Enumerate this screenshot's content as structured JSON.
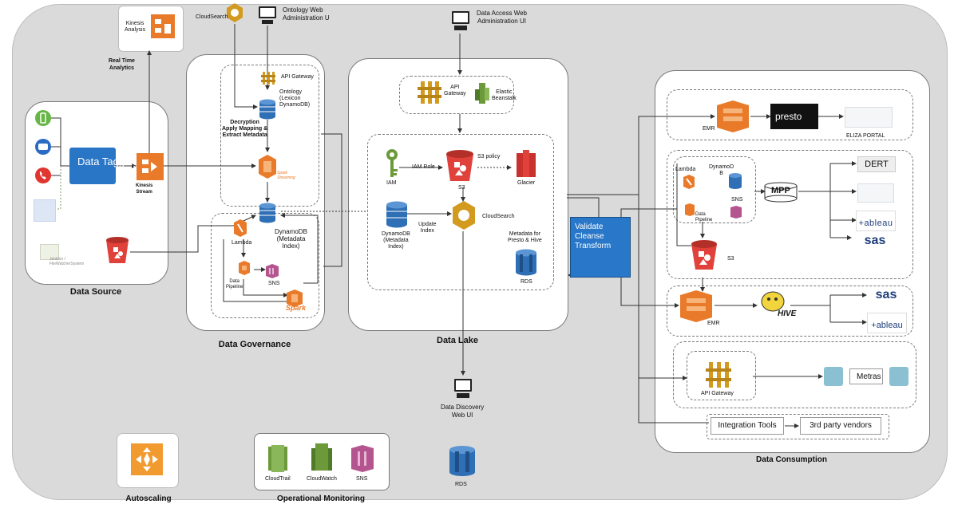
{
  "sections": {
    "data_source": "Data Source",
    "data_governance": "Data Governance",
    "data_lake": "Data Lake",
    "data_consumption": "Data Consumption",
    "autoscaling": "Autoscaling",
    "operational_monitoring": "Operational Monitoring"
  },
  "data_source": {
    "data_tagging": "Data Tagging",
    "kinesis_stream": "Kinesis\nStream",
    "kinesis_analysis": "Kinesis\nAnalysis",
    "real_time_analytics": "Real Time\nAnalytics",
    "source_small_label": "Jenkins /\nFileWatcherSystem"
  },
  "governance": {
    "cloudsearch": "CloudSearch",
    "ontology_web_admin": "Ontology Web\nAdministration U",
    "api_gateway": "API Gateway",
    "ontology": "Ontology\n(Lexicon\nDynamoDB)",
    "decryption": "Decryption\nApply Mapping &\nExtract Metadata",
    "dynamodb": "DynamoDB\n(Metadata\nIndex)",
    "lambda": "Lambda",
    "data_pipeline": "Data\nPipeline",
    "sns": "SNS",
    "spark_streaming": "Spark\nStreaming",
    "spark": "Spark"
  },
  "lake": {
    "data_access_web_ui": "Data Access Web\nAdministration UI",
    "api_gateway": "API\nGateway",
    "elastic_beanstalk": "Elastic\nBeanstalk",
    "iam": "IAM",
    "iam_role": "IAM Role",
    "s3": "S3",
    "s3_policy": "S3 policy",
    "glacier": "Glacier",
    "dynamodb": "DynamoDB\n(Metadata\nIndex)",
    "update_index": "Update\nIndex",
    "cloudsearch": "CloudSearch",
    "metadata_presto_hive": "Metadata for\nPresto & Hive",
    "rds": "RDS",
    "data_discovery_web_ui": "Data Discovery\nWeb UI"
  },
  "validate": "Validate\nCleanse\nTransform",
  "consumption": {
    "emr_top": "EMR",
    "presto": "presto",
    "eliza_portal": "ELIZA PORTAL",
    "lambda": "Lambda",
    "dynamodb": "DynamoD\nB",
    "sns": "SNS",
    "data_pipeline": "Data\nPipeline",
    "mpp": "MPP",
    "dert": "DERT",
    "tableau_1": "+ableau",
    "sas_1": "sas",
    "s3": "S3",
    "emr_bottom": "EMR",
    "hive": "HIVE",
    "sas_2": "sas",
    "tableau_2": "+ableau",
    "api_gateway": "API Gateway",
    "metras": "Metras",
    "integration_tools": "Integration Tools",
    "third_party": "3rd party vendors"
  },
  "monitoring": {
    "cloudtrail": "CloudTrail",
    "cloudwatch": "CloudWatch",
    "sns": "SNS",
    "rds": "RDS"
  },
  "colors": {
    "aws_orange": "#e97a2a",
    "aws_red": "#e0413a",
    "aws_blue": "#2f6fb5",
    "aws_green": "#6c9a3a",
    "aws_gold": "#d29a1e",
    "aws_pink": "#b4558f",
    "tag_blue": "#2a76c6"
  },
  "icons": {
    "phone": "phone-icon",
    "chat": "chat-icon",
    "call": "call-icon",
    "monitor": "computer-monitor-icon"
  }
}
